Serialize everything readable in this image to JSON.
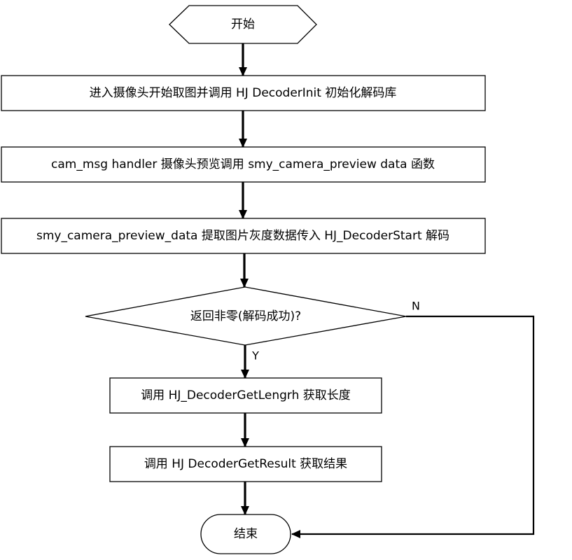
{
  "nodes": {
    "start": "开始",
    "step1": "进入摄像头开始取图并调用 HJ DecoderInit 初始化解码库",
    "step2": "cam_msg handler 摄像头预览调用 smy_camera_preview data 函数",
    "step3": "smy_camera_preview_data 提取图片灰度数据传入 HJ_DecoderStart 解码",
    "decision": "返回非零(解码成功)?",
    "step4": "调用 HJ_DecoderGetLengrh 获取长度",
    "step5": "调用 HJ DecoderGetResult 获取结果",
    "end": "结束"
  },
  "edge_labels": {
    "no": "N",
    "yes": "Y"
  },
  "colors": {
    "stroke": "#000000",
    "background": "#ffffff"
  }
}
